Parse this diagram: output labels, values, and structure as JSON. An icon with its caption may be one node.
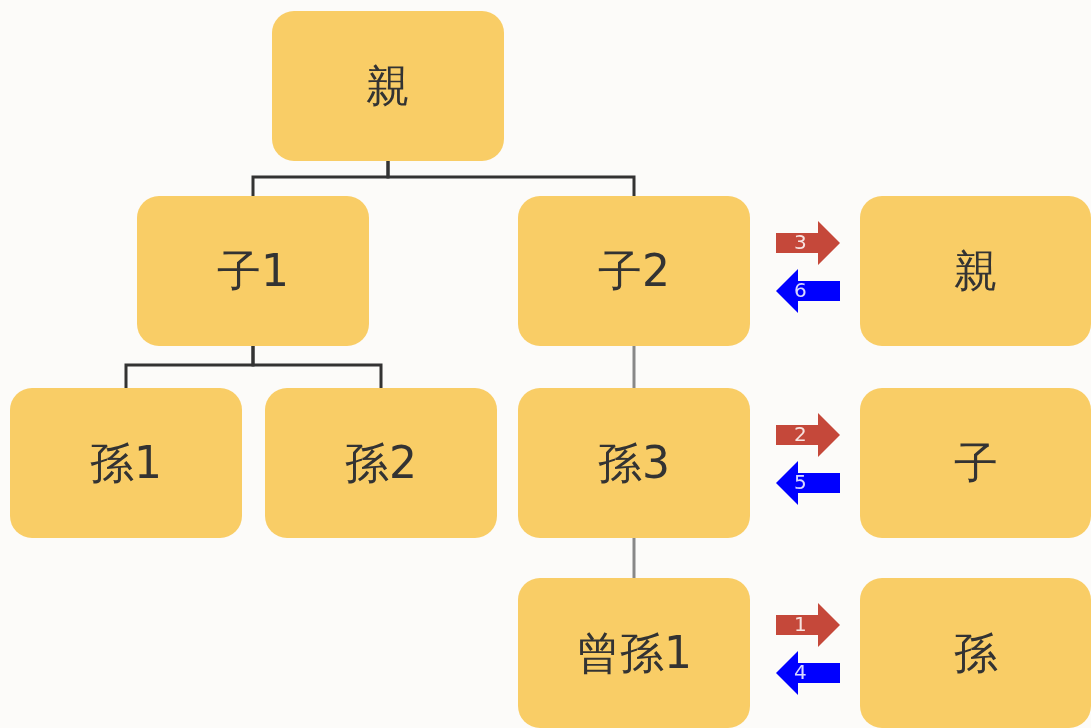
{
  "diagram": {
    "nodes": [
      {
        "text": [
          "親"
        ]
      },
      {
        "text": [
          "子1"
        ]
      },
      {
        "text": [
          "子2"
        ]
      },
      {
        "text": [
          "親"
        ]
      },
      {
        "text": [
          "孫1"
        ]
      },
      {
        "text": [
          "孫2"
        ]
      },
      {
        "text": [
          "孫3"
        ]
      },
      {
        "text": [
          "子"
        ]
      },
      {
        "text": [
          "曾孫1"
        ]
      },
      {
        "text": [
          "孫"
        ]
      }
    ],
    "edges": [
      {
        "from": 0,
        "to": 1,
        "arrow": "none"
      },
      {
        "from": 0,
        "to": 2,
        "arrow": "none"
      },
      {
        "from": 1,
        "to": 4,
        "arrow": "none"
      },
      {
        "from": 1,
        "to": 5,
        "arrow": "none"
      },
      {
        "from": 2,
        "to": 6,
        "arrow": "none",
        "color": "#888888"
      },
      {
        "from": 6,
        "to": 8,
        "arrow": "none",
        "color": "#888888"
      },
      {
        "from": 2,
        "to": 3,
        "arrow": "to",
        "label": "3",
        "style": "thick",
        "color": "#c5483a"
      },
      {
        "from": 3,
        "to": 2,
        "arrow": "to",
        "label": "6",
        "style": "thick",
        "color": "#0000ff"
      },
      {
        "from": 6,
        "to": 7,
        "arrow": "to",
        "label": "2",
        "style": "thick",
        "color": "#c5483a"
      },
      {
        "from": 7,
        "to": 6,
        "arrow": "to",
        "label": "5",
        "style": "thick",
        "color": "#0000ff"
      },
      {
        "from": 8,
        "to": 9,
        "arrow": "to",
        "label": "1",
        "style": "thick",
        "color": "#c5483a"
      },
      {
        "from": 9,
        "to": 8,
        "arrow": "to",
        "label": "4",
        "style": "thick",
        "color": "#0000ff"
      }
    ]
  }
}
